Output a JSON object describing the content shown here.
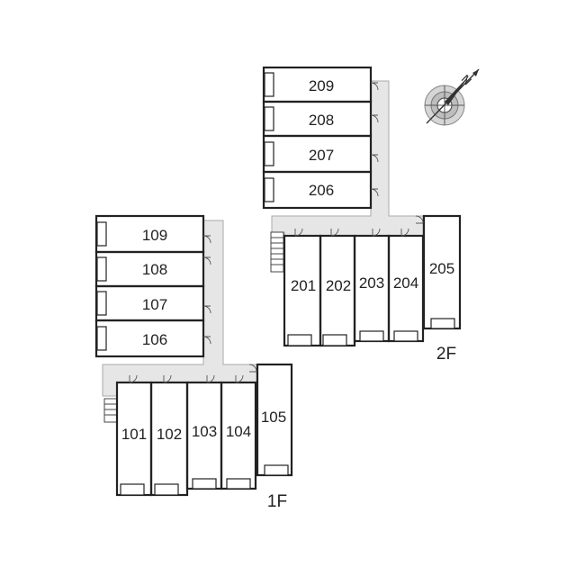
{
  "compass": {
    "label": "N",
    "icon": "compass-icon"
  },
  "floors": [
    {
      "label": "2F",
      "upper_rooms": [
        "209",
        "208",
        "207",
        "206"
      ],
      "lower_rooms": [
        "201",
        "202",
        "203",
        "204",
        "205"
      ]
    },
    {
      "label": "1F",
      "upper_rooms": [
        "109",
        "108",
        "107",
        "106"
      ],
      "lower_rooms": [
        "101",
        "102",
        "103",
        "104",
        "105"
      ]
    }
  ]
}
